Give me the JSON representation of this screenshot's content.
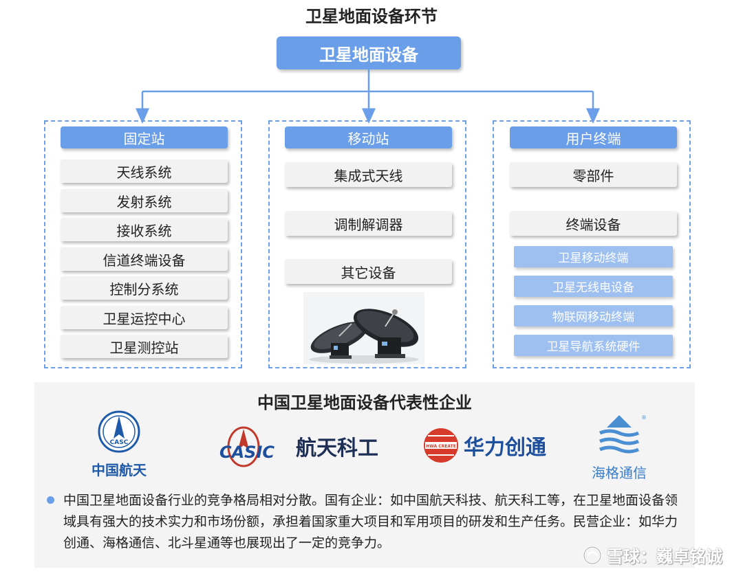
{
  "title": "卫星地面设备环节",
  "root": "卫星地面设备",
  "columns": [
    {
      "header": "固定站",
      "items": [
        "天线系统",
        "发射系统",
        "接收系统",
        "信道终端设备",
        "控制分系统",
        "卫星运控中心",
        "卫星测控站"
      ]
    },
    {
      "header": "移动站",
      "items": [
        "集成式天线",
        "调制解调器",
        "其它设备"
      ]
    },
    {
      "header": "用户终端",
      "items": [
        "零部件",
        "终端设备"
      ],
      "sub_items": [
        "卫星移动终端",
        "卫星无线电设备",
        "物联网移动终端",
        "卫星导航系统硬件"
      ]
    }
  ],
  "companies_title": "中国卫星地面设备代表性企业",
  "logos": {
    "casc": {
      "seal": "CASC",
      "name": "中国航天"
    },
    "casic": {
      "mark": "CASIC",
      "name": "航天科工"
    },
    "huali": {
      "seal": "HWA CREATE",
      "name": "华力创通"
    },
    "haige": {
      "name": "海格通信",
      "reg": "®"
    }
  },
  "description": "中国卫星地面设备行业的竞争格局相对分散。国有企业：如中国航天科技、航天科工等，在卫星地面设备领域具有强大的技术实力和市场份额，承担着国家重大项目和军用项目的研发和生产任务。民营企业：如华力创通、海格通信、北斗星通等也展现出了一定的竞争力。",
  "watermark": "雪球：巍卓铭诚",
  "colors": {
    "accent": "#6a9ee8",
    "sub_item": "#9ec0f0",
    "item_bg": "#f2f2f2",
    "bottom_bg": "#f4f4f4"
  },
  "icons": [
    "antenna-dish-image",
    "bullet-dot-icon",
    "snowball-icon"
  ]
}
